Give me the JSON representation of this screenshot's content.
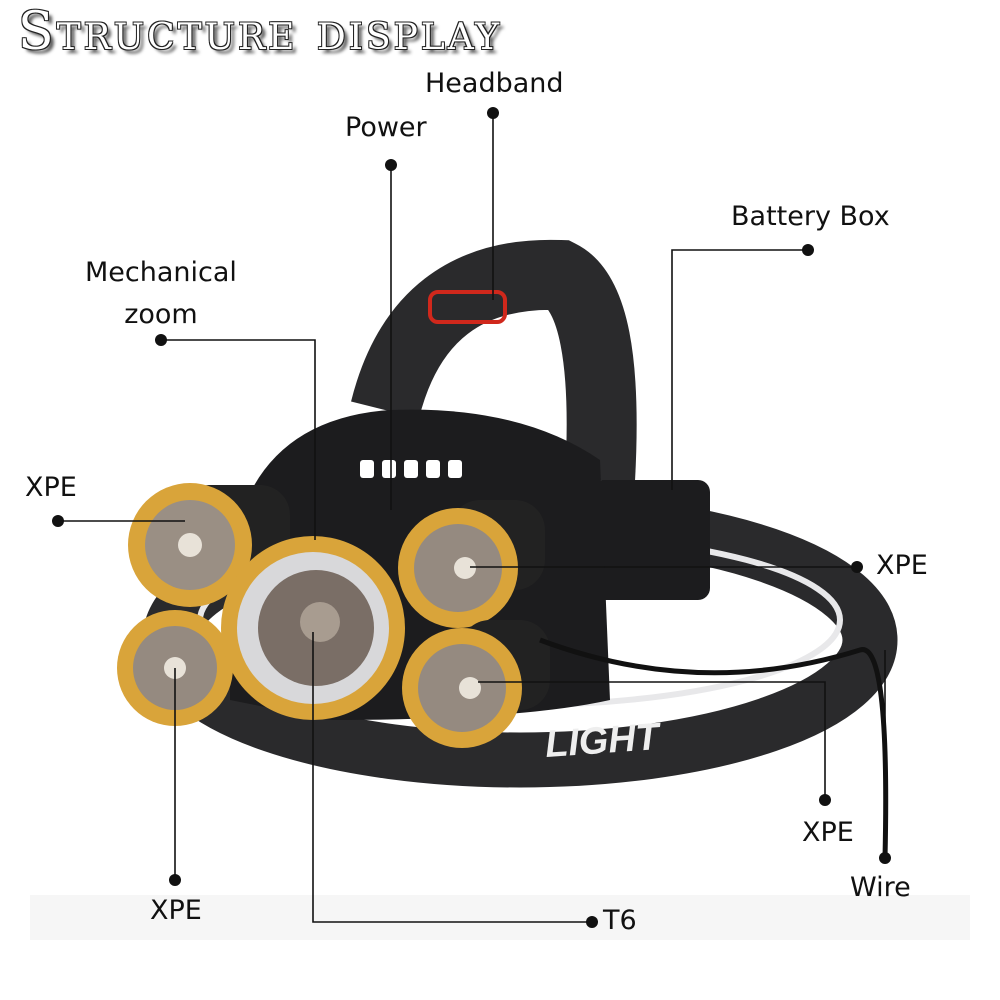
{
  "title": "Structure display",
  "labels": {
    "headband": "Headband",
    "power": "Power",
    "battery_box": "Battery Box",
    "mechanical_zoom": "Mechanical\nzoom",
    "xpe_left": "XPE",
    "xpe_right": "XPE",
    "xpe_bottom_left": "XPE",
    "xpe_bottom_right": "XPE",
    "t6": "T6",
    "wire": "Wire"
  },
  "strap_print": "LIGHT",
  "colors": {
    "gold": "#d9a43a",
    "body": "#1c1c1e",
    "accent_red": "#d0281c",
    "line": "#111111"
  }
}
